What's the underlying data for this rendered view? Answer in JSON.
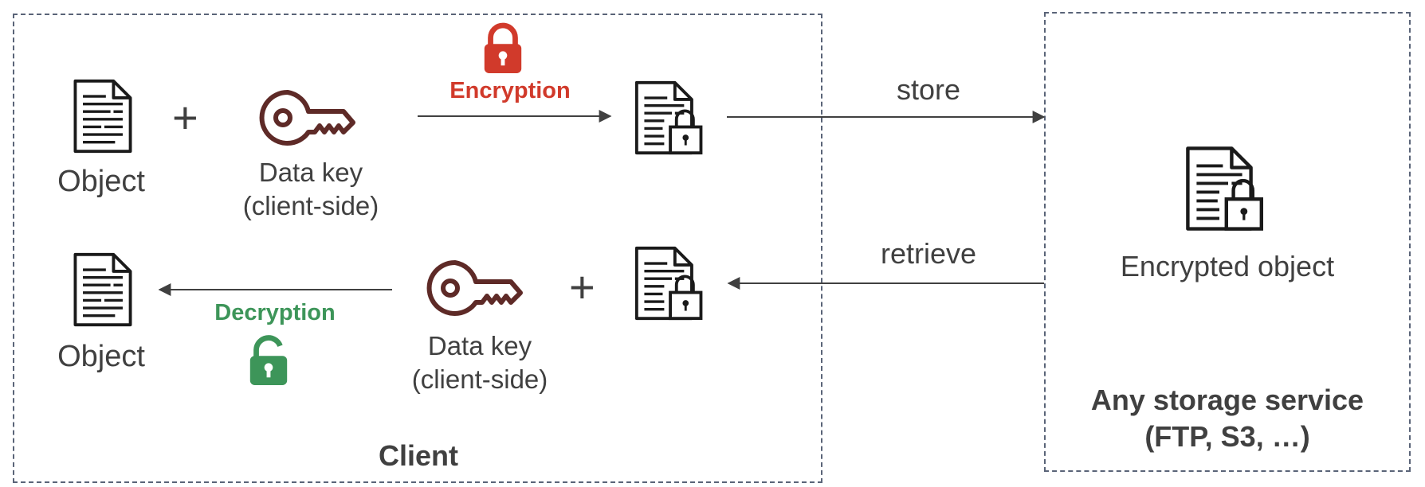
{
  "client": {
    "title": "Client",
    "encrypt_row": {
      "object_label": "Object",
      "plus": "+",
      "key_label_line1": "Data key",
      "key_label_line2": "(client-side)",
      "action_label": "Encryption"
    },
    "decrypt_row": {
      "object_label": "Object",
      "plus": "+",
      "key_label_line1": "Data key",
      "key_label_line2": "(client-side)",
      "action_label": "Decryption"
    }
  },
  "flows": {
    "store_label": "store",
    "retrieve_label": "retrieve"
  },
  "storage": {
    "object_label": "Encrypted object",
    "title_line1": "Any storage service",
    "title_line2": "(FTP, S3, …)"
  },
  "colors": {
    "encryption": "#d13a2b",
    "decryption": "#3d9559",
    "key": "#5e2a27",
    "border": "#5a6478"
  },
  "icons": {
    "document": "document-icon",
    "locked_document": "locked-document-icon",
    "key": "key-icon",
    "lock_closed": "lock-closed-icon",
    "lock_open": "lock-open-icon"
  }
}
